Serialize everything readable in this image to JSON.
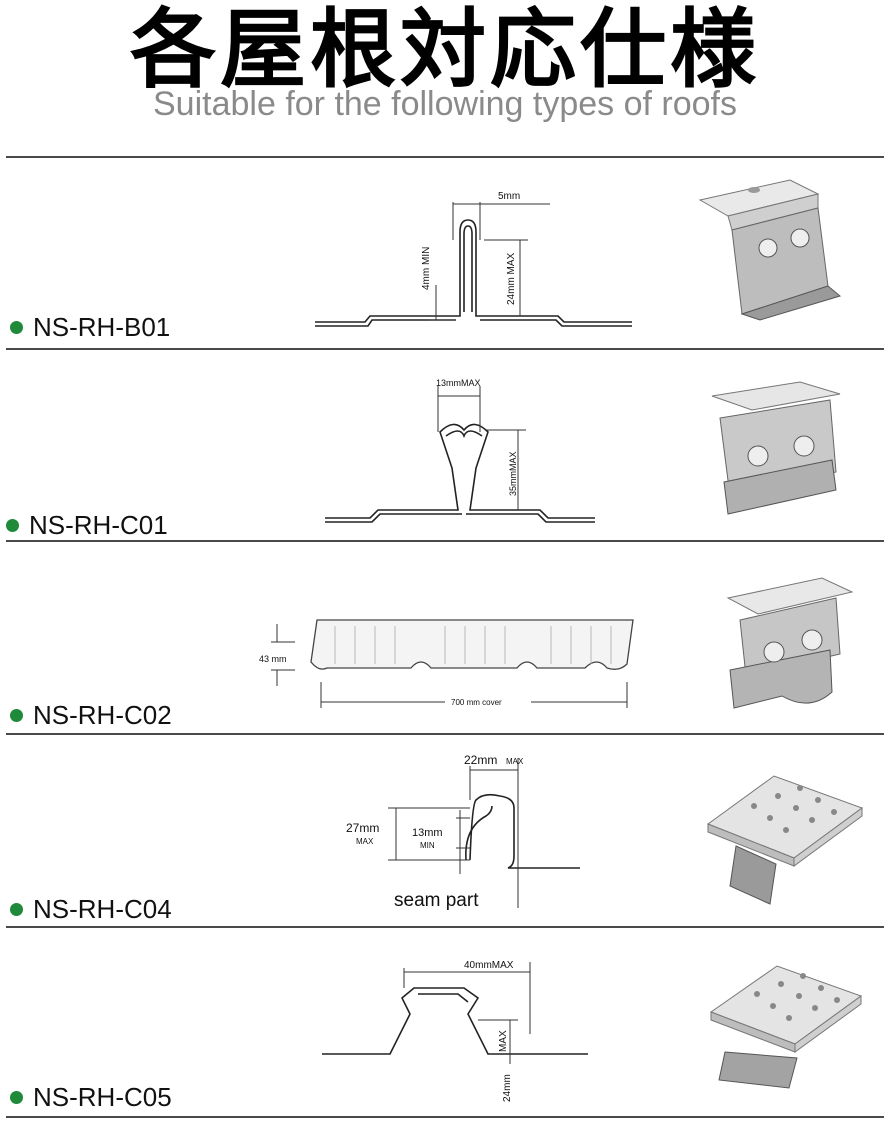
{
  "header": {
    "title_jp": "各屋根対応仕様",
    "title_en": "Suitable for the following types of roofs"
  },
  "colors": {
    "bullet": "#1f8a3a",
    "rule": "#4a4a4a",
    "subtitle": "#8a8a8a"
  },
  "products": [
    {
      "model": "NS-RH-B01",
      "dims": {
        "width": "5mm",
        "min_h": "4mm MIN",
        "max_h": "24mm MAX"
      }
    },
    {
      "model": "NS-RH-C01",
      "dims": {
        "width": "13mmMAX",
        "max_h": "35mmMAX"
      }
    },
    {
      "model": "NS-RH-C02",
      "dims": {
        "height": "43 mm",
        "cover": "700 mm cover"
      }
    },
    {
      "model": "NS-RH-C04",
      "dims": {
        "width": "22mm",
        "width_tag": "MAX",
        "height": "27mm",
        "height_tag": "MAX",
        "min": "13mm",
        "min_tag": "MIN",
        "seam": "seam part"
      }
    },
    {
      "model": "NS-RH-C05",
      "dims": {
        "width": "40mmMAX",
        "height_a": "24mm",
        "height_b": "MAX"
      }
    }
  ]
}
